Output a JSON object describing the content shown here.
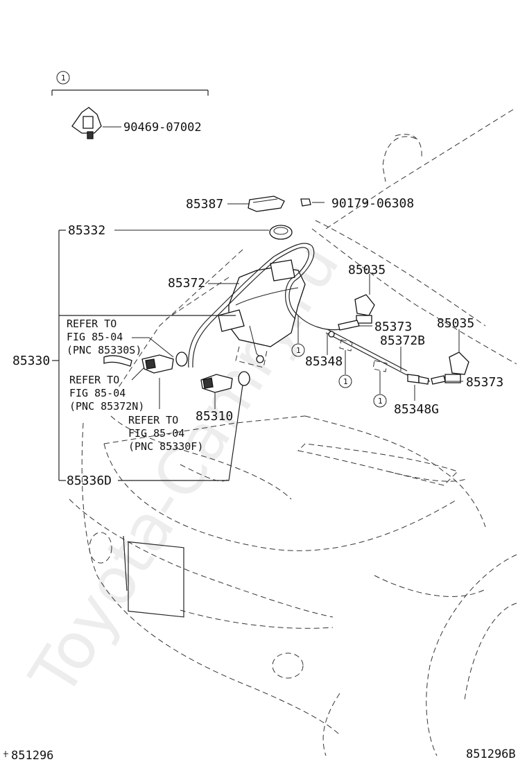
{
  "watermark": "Toyota-Camry.ru",
  "clip": {
    "marker": "1",
    "part_no": "90469-07002"
  },
  "parts": {
    "p85387": "85387",
    "p90179": "90179-06308",
    "p85332": "85332",
    "p85372": "85372",
    "p85035a": "85035",
    "p85035b": "85035",
    "p85373a": "85373",
    "p85373b": "85373",
    "p85372b": "85372B",
    "p85348": "85348",
    "p85348g": "85348G",
    "p85330": "85330",
    "p85310": "85310",
    "p85336d": "85336D"
  },
  "markers": {
    "m1": "1",
    "m2": "1",
    "m3": "1"
  },
  "refs": {
    "r1": {
      "line1": "REFER TO",
      "line2": "FIG 85-04",
      "line3": "(PNC 85330S)"
    },
    "r2": {
      "line1": "REFER TO",
      "line2": "FIG 85-04",
      "line3": "(PNC 85372N)"
    },
    "r3": {
      "line1": "REFER TO",
      "line2": "FIG 85-04",
      "line3": "(PNC 85330F)"
    }
  },
  "footer": {
    "left": "851296",
    "right": "851296B"
  }
}
